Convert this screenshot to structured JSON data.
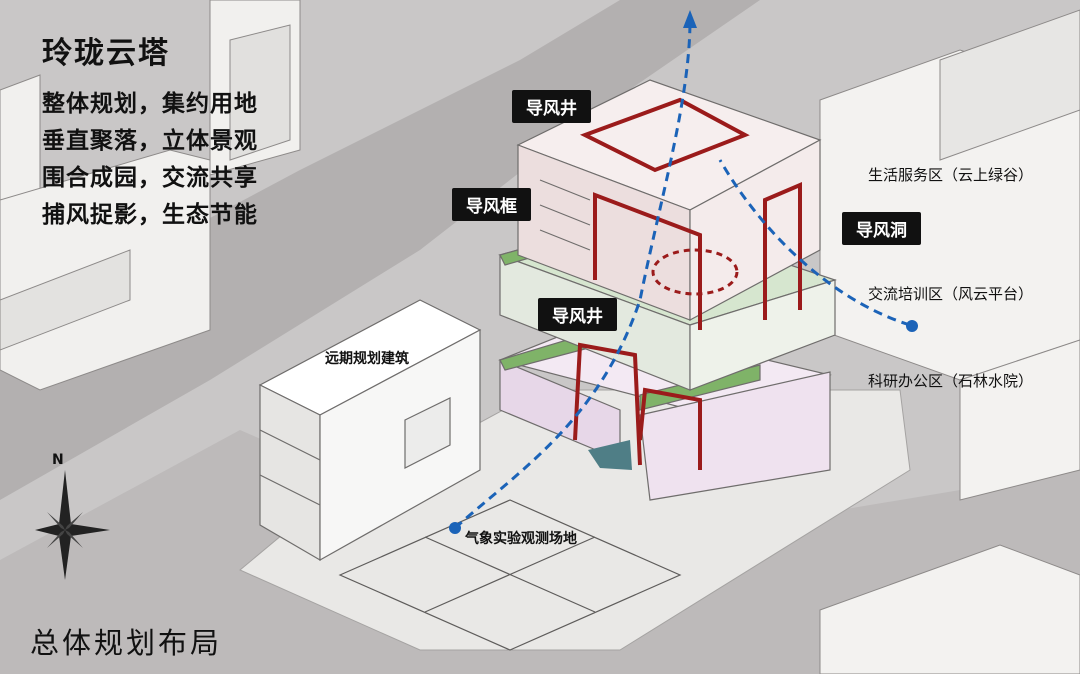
{
  "title": "玲珑云塔",
  "slogans": [
    "整体规划，集约用地",
    "垂直聚落，立体景观",
    "围合成园，交流共享",
    "捕风捉影，生态节能"
  ],
  "callouts": {
    "top_well": "导风井",
    "frame": "导风框",
    "hole": "导风洞",
    "mid_well": "导风井"
  },
  "zones": {
    "life": "生活服务区（云上绿谷）",
    "exchange": "交流培训区（风云平台）",
    "research": "科研办公区（石林水院）"
  },
  "future_building": "远期规划建筑",
  "weather_site": "气象实验观测场地",
  "compass_label": "N",
  "footer": "总体规划布局",
  "colors": {
    "ground": "#c9c7c7",
    "road": "#b3b0b0",
    "accent_red": "#9b1b1b",
    "wind_path": "#1b63b8",
    "green": "#7fb368"
  }
}
